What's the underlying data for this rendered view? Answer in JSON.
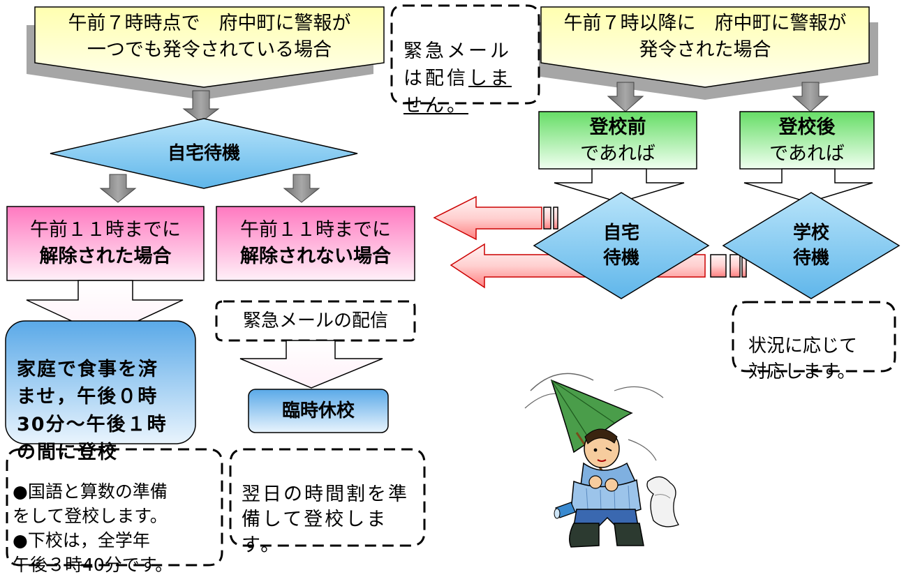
{
  "header_left": {
    "line1": "午前７時時点で　府中町に警報が",
    "line2": "一つでも発令されている場合"
  },
  "header_right": {
    "line1": "午前７時以降に　府中町に警報が",
    "line2": "発令された場合"
  },
  "center_notice": {
    "line1": "緊急メール",
    "line2": "は配信",
    "line2_underlined": "しま",
    "line3": "せん。"
  },
  "home_wait": "自宅待機",
  "lifted_box": {
    "line1": "午前１１時までに",
    "line2": "解除された場合"
  },
  "not_lifted_box": {
    "line1": "午前１１時までに",
    "line2": "解除されない場合"
  },
  "emergency_mail": "緊急メールの配信",
  "lunch_box": {
    "line1": "家庭で食事を済",
    "line2": "ませ，午後０時",
    "line3": "30分〜午後１時",
    "line4": "の間に登校"
  },
  "closure": "臨時休校",
  "note_left": {
    "line1": "●国語と算数の準備",
    "line2": "をして登校します。",
    "line3": "●下校は，全学年",
    "line4": "午後３時40分です。"
  },
  "note_middle": {
    "line1": "翌日の時間割を準",
    "line2": "備して登校しま",
    "line3": "す。"
  },
  "before_school": {
    "line1": "登校前",
    "line2": "であれば"
  },
  "after_school": {
    "line1": "登校後",
    "line2": "であれば"
  },
  "diamond_home": {
    "line1": "自宅",
    "line2": "待機"
  },
  "diamond_school": {
    "line1": "学校",
    "line2": "待機"
  },
  "note_right": {
    "line1": "状況に応じて",
    "line2": "対応します。"
  },
  "colors": {
    "yellow_box": "#ffff99",
    "blue_diamond": "#8ed0f2",
    "pink_box": "#ff79c0",
    "green_box": "#66dd66",
    "blue_box": "#5aa9e8",
    "arrow_gray": "#808080",
    "red_arrow": "#ff8080"
  },
  "illustration": "man-with-umbrella-in-storm"
}
